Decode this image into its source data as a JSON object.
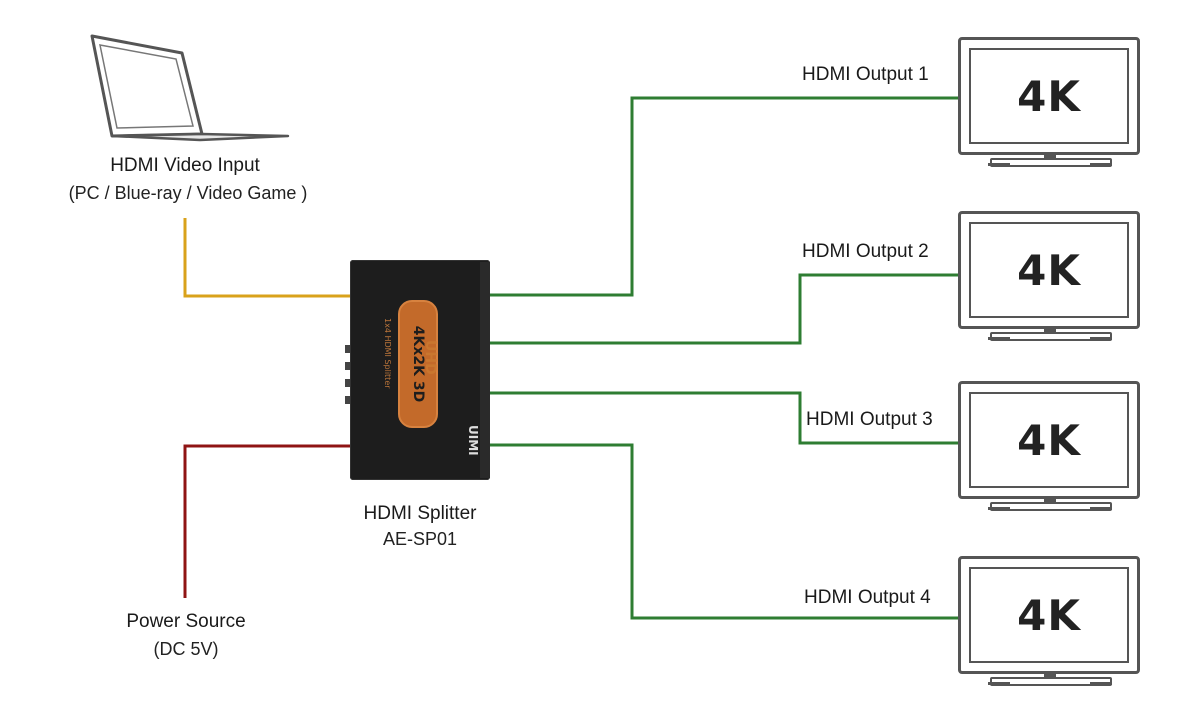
{
  "input": {
    "title": "HDMI Video Input",
    "subtitle": "(PC / Blue-ray / Video Game )"
  },
  "splitter": {
    "title": "HDMI Splitter",
    "model": "AE-SP01",
    "badge": "4Kx2K 3D",
    "uhd": "UHD",
    "brand": "UIMI",
    "side_text": "1x4 HDMI Splitter"
  },
  "power": {
    "title": "Power Source",
    "subtitle": "(DC 5V)"
  },
  "outputs": [
    {
      "label": "HDMI Output 1",
      "screen": "4K"
    },
    {
      "label": "HDMI Output 2",
      "screen": "4K"
    },
    {
      "label": "HDMI Output 3",
      "screen": "4K"
    },
    {
      "label": "HDMI Output 4",
      "screen": "4K"
    }
  ],
  "colors": {
    "input_wire": "#d9a21b",
    "power_wire": "#8f1414",
    "output_wire": "#2e7d32",
    "device_body": "#1d1d1d",
    "badge": "#c36a2a"
  },
  "icons": {
    "laptop": "laptop-icon",
    "tv": "tv-monitor-icon"
  }
}
